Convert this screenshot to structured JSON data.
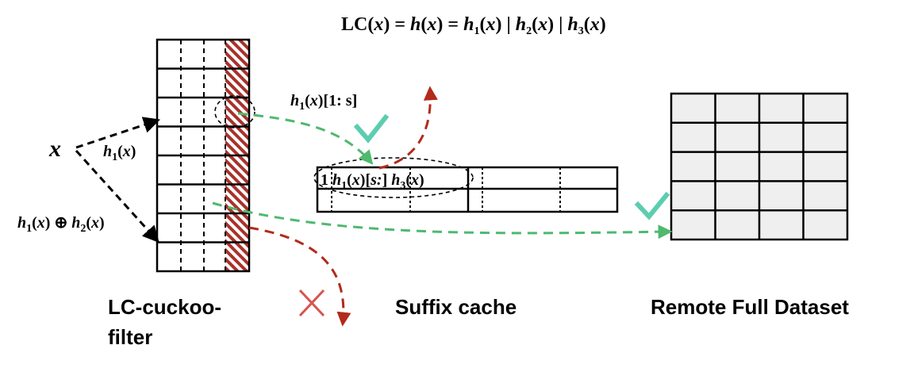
{
  "formula": {
    "lhs": "LC",
    "var": "x",
    "eq1": "=",
    "h": "h",
    "eq2": "=",
    "sep": "|",
    "subs": [
      "1",
      "2",
      "3"
    ]
  },
  "labels": {
    "input_var": "x",
    "h1_edge": {
      "h": "h",
      "sub": "1",
      "var": "x"
    },
    "xor_edge": {
      "h": "h",
      "sub1": "1",
      "var": "x",
      "op": "⊕",
      "sub2": "2"
    },
    "prefix_label": {
      "h": "h",
      "sub": "1",
      "var": "x",
      "range": "1: s"
    },
    "cache_entry": {
      "flag": "1",
      "h": "h",
      "sub1": "1",
      "var": "x",
      "range": "s:",
      "sub3": "3"
    }
  },
  "captions": {
    "filter_line1": "LC-cuckoo-",
    "filter_line2": "filter",
    "cache": "Suffix cache",
    "remote": "Remote Full Dataset"
  },
  "colors": {
    "green": "#4fb96e",
    "red": "#b22a1b",
    "teal_check": "#5ccdb0",
    "cross": "#d9534f",
    "hatch": "#a8322a",
    "grid_fill": "#efefef",
    "stroke": "#000000"
  },
  "icons": {
    "check": "check-icon",
    "cross": "cross-icon"
  }
}
